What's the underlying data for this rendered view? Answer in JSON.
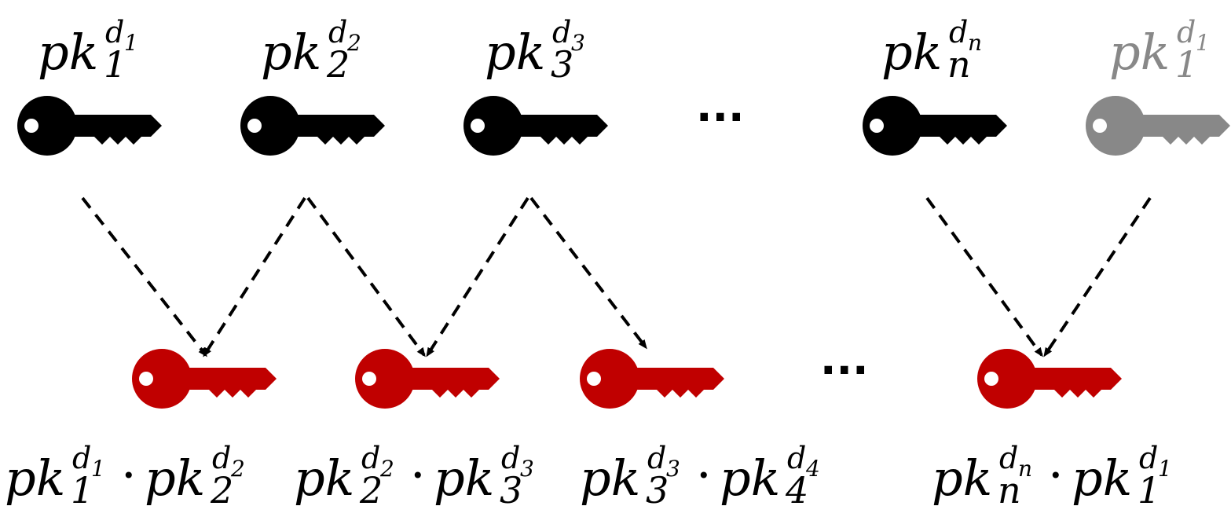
{
  "colors": {
    "public_key": "#000000",
    "wrap_public_key": "#888888",
    "combined_key": "#c00000",
    "arrow": "#000000"
  },
  "icons": {
    "public_key_icon": "key-icon",
    "combined_key_icon": "key-icon"
  },
  "top_keys": [
    {
      "base": "pk",
      "sub": "1",
      "sup": "d",
      "sup_sub": "1"
    },
    {
      "base": "pk",
      "sub": "2",
      "sup": "d",
      "sup_sub": "2"
    },
    {
      "base": "pk",
      "sub": "3",
      "sup": "d",
      "sup_sub": "3"
    },
    {
      "base": "pk",
      "sub": "n",
      "sup": "d",
      "sup_sub": "n"
    },
    {
      "base": "pk",
      "sub": "1",
      "sup": "d",
      "sup_sub": "1"
    }
  ],
  "top_ellipsis": "···",
  "bottom_ellipsis": "···",
  "bottom_keys": [
    {
      "left": {
        "base": "pk",
        "sub": "1",
        "sup": "d",
        "sup_sub": "1"
      },
      "op": "·",
      "right": {
        "base": "pk",
        "sub": "2",
        "sup": "d",
        "sup_sub": "2"
      }
    },
    {
      "left": {
        "base": "pk",
        "sub": "2",
        "sup": "d",
        "sup_sub": "2"
      },
      "op": "·",
      "right": {
        "base": "pk",
        "sub": "3",
        "sup": "d",
        "sup_sub": "3"
      }
    },
    {
      "left": {
        "base": "pk",
        "sub": "3",
        "sup": "d",
        "sup_sub": "3"
      },
      "op": "·",
      "right": {
        "base": "pk",
        "sub": "4",
        "sup": "d",
        "sup_sub": "4"
      }
    },
    {
      "left": {
        "base": "pk",
        "sub": "n",
        "sup": "d",
        "sup_sub": "n"
      },
      "op": "·",
      "right": {
        "base": "pk",
        "sub": "1",
        "sup": "d",
        "sup_sub": "1"
      }
    }
  ]
}
